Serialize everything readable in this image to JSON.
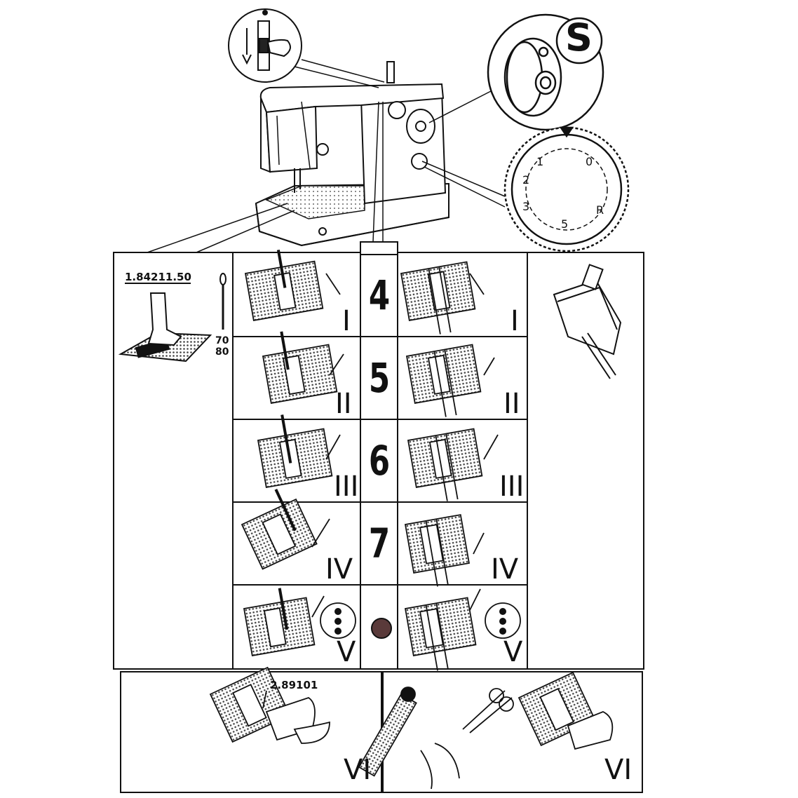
{
  "part_numbers": {
    "presser_foot": "1.84211.50",
    "ripper": "2.89101"
  },
  "needle_sizes": [
    "70",
    "80"
  ],
  "dial_letter": "S",
  "steps": [
    {
      "number": "4",
      "left_roman": "I",
      "right_roman": "I"
    },
    {
      "number": "5",
      "left_roman": "II",
      "right_roman": "II"
    },
    {
      "number": "6",
      "left_roman": "III",
      "right_roman": "III"
    },
    {
      "number": "7",
      "left_roman": "IV",
      "right_roman": "IV"
    },
    {
      "number": "",
      "left_roman": "V",
      "right_roman": "V"
    }
  ],
  "bottom_roman": [
    "VI",
    "VI"
  ],
  "colors": {
    "ink": "#111111",
    "dot": "#5a3a3a",
    "screen": "#9a9a9a"
  }
}
